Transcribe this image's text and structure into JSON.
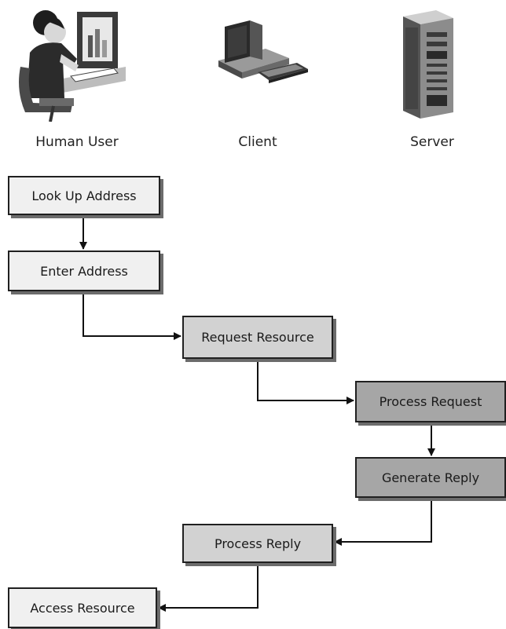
{
  "actors": {
    "user": "Human User",
    "client": "Client",
    "server": "Server"
  },
  "steps": {
    "look_up": "Look Up Address",
    "enter": "Enter Address",
    "request": "Request Resource",
    "process_request": "Process Request",
    "generate": "Generate Reply",
    "process_reply": "Process Reply",
    "access": "Access Resource"
  },
  "colors": {
    "user_fill": "#f0f0f0",
    "client_fill": "#d2d2d2",
    "server_fill": "#a6a6a6"
  }
}
